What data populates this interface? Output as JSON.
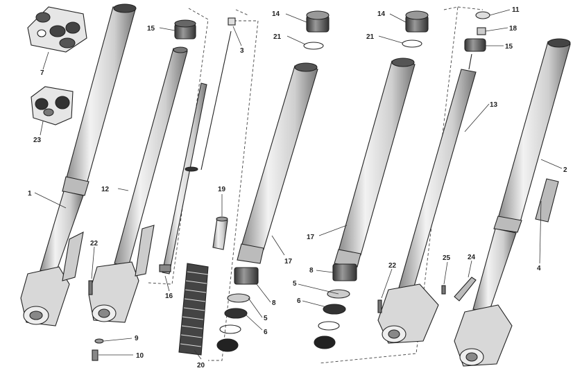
{
  "diagram": {
    "callouts": [
      {
        "id": "c1",
        "text": "1"
      },
      {
        "id": "c2",
        "text": "2"
      },
      {
        "id": "c3",
        "text": "3"
      },
      {
        "id": "c4",
        "text": "4"
      },
      {
        "id": "c5a",
        "text": "5"
      },
      {
        "id": "c5b",
        "text": "5"
      },
      {
        "id": "c6a",
        "text": "6"
      },
      {
        "id": "c6b",
        "text": "6"
      },
      {
        "id": "c7",
        "text": "7"
      },
      {
        "id": "c8a",
        "text": "8"
      },
      {
        "id": "c8b",
        "text": "8"
      },
      {
        "id": "c9",
        "text": "9"
      },
      {
        "id": "c10",
        "text": "10"
      },
      {
        "id": "c11",
        "text": "11"
      },
      {
        "id": "c12",
        "text": "12"
      },
      {
        "id": "c13",
        "text": "13"
      },
      {
        "id": "c14a",
        "text": "14"
      },
      {
        "id": "c14b",
        "text": "14"
      },
      {
        "id": "c15a",
        "text": "15"
      },
      {
        "id": "c15b",
        "text": "15"
      },
      {
        "id": "c16",
        "text": "16"
      },
      {
        "id": "c17a",
        "text": "17"
      },
      {
        "id": "c17b",
        "text": "17"
      },
      {
        "id": "c18",
        "text": "18"
      },
      {
        "id": "c19",
        "text": "19"
      },
      {
        "id": "c20",
        "text": "20"
      },
      {
        "id": "c21a",
        "text": "21"
      },
      {
        "id": "c21b",
        "text": "21"
      },
      {
        "id": "c22a",
        "text": "22"
      },
      {
        "id": "c22b",
        "text": "22"
      },
      {
        "id": "c23",
        "text": "23"
      },
      {
        "id": "c24",
        "text": "24"
      },
      {
        "id": "c25",
        "text": "25"
      }
    ]
  }
}
